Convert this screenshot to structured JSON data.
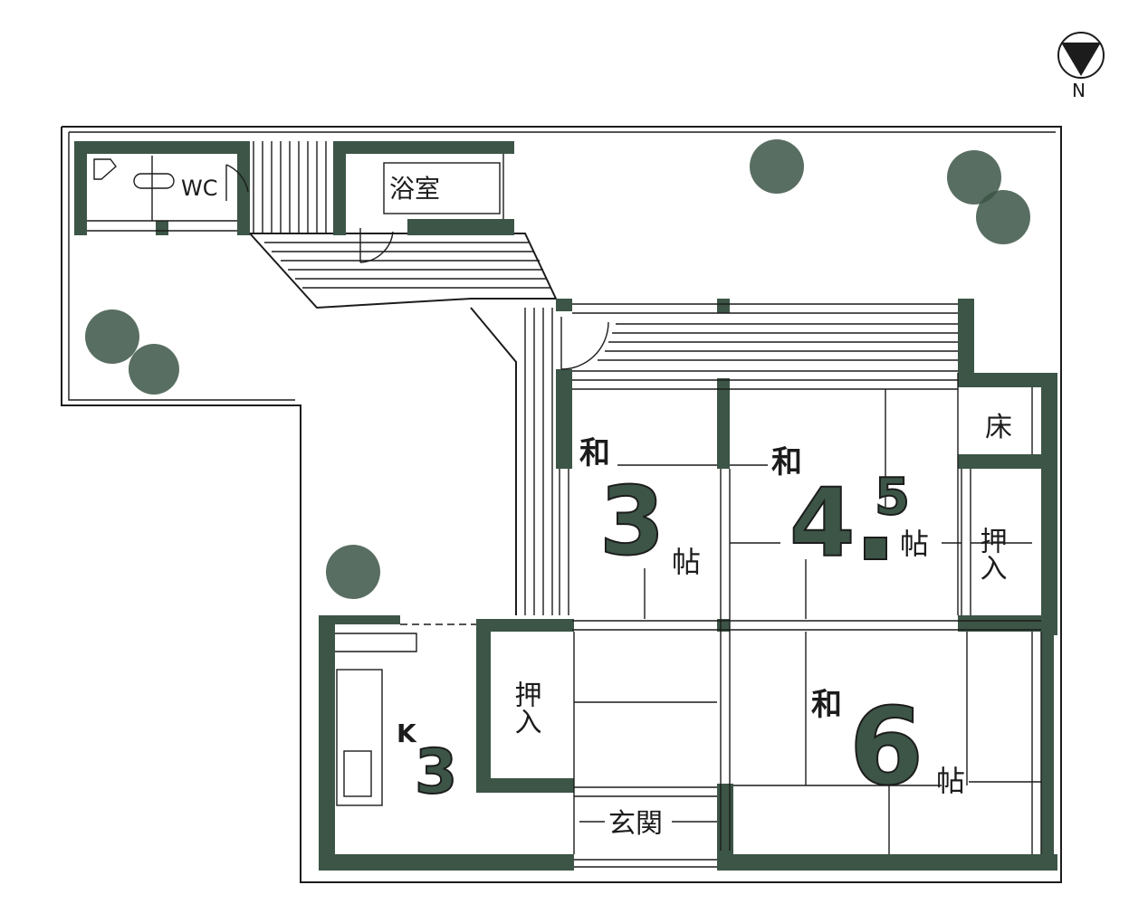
{
  "compass": {
    "label": "N",
    "icon": "north-arrow-icon"
  },
  "rooms": {
    "wc": {
      "label": "WC"
    },
    "bath": {
      "label": "浴室"
    },
    "washitsu_3": {
      "type": "和",
      "size": "3",
      "unit": "帖"
    },
    "washitsu_45": {
      "type": "和",
      "size": "4",
      "size_sup": "5",
      "unit": "帖"
    },
    "washitsu_6": {
      "type": "和",
      "size": "6",
      "unit": "帖"
    },
    "tokonoma": {
      "label": "床"
    },
    "oshiire_1": {
      "label": "押入"
    },
    "oshiire_2": {
      "label": "押入"
    },
    "kitchen": {
      "prefix": "K",
      "size": "3"
    },
    "genkan": {
      "label": "玄関"
    }
  },
  "colors": {
    "wall": "#3c5546",
    "line": "#1c1c1c",
    "background": "#ffffff"
  }
}
